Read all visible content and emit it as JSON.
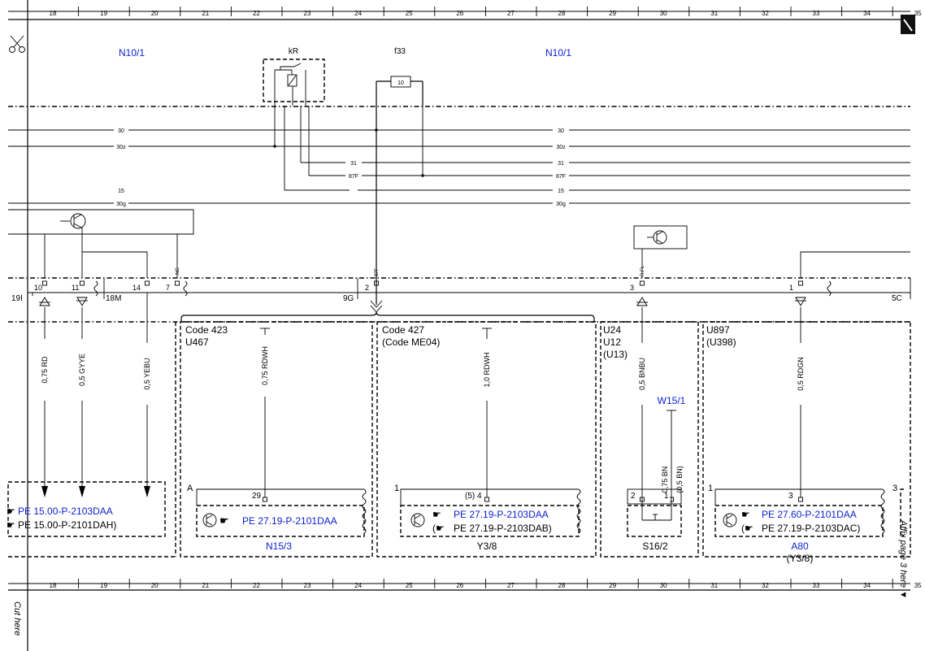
{
  "grid": {
    "columns": [
      "18",
      "19",
      "20",
      "21",
      "22",
      "23",
      "24",
      "25",
      "26",
      "27",
      "28",
      "29",
      "30",
      "31",
      "32",
      "33",
      "34",
      "35"
    ]
  },
  "labels": {
    "n10_left": "N10/1",
    "n10_right": "N10/1",
    "kr": "kR",
    "f33": "f33",
    "fuse_value": "10",
    "cut_here": "Cut here",
    "affix": "Affix page 3 here ▼"
  },
  "bus": {
    "left": [
      "30",
      "30z",
      "15",
      "30g"
    ],
    "right": [
      "30",
      "30z",
      "31",
      "87F",
      "15",
      "30g"
    ],
    "mid": [
      "31",
      "87F"
    ]
  },
  "connector": {
    "left_id": "19I",
    "pin10": "10",
    "pin11": "11",
    "mid_id": "18M",
    "pin14": "14",
    "pin7": "7",
    "tag_7": "NC",
    "g_id": "9G",
    "pin2": "2",
    "tag_2": "87F",
    "pin3": "3",
    "tag_3": "R.FL",
    "pin1": "1",
    "c_id": "5C"
  },
  "wires": {
    "w10": "0,75 RD",
    "w11": "0,5 GYYE",
    "w14": "0,5 YEBU",
    "w_n15": "0,75 RDWH",
    "w_y38": "1,0 RDWH",
    "w_s16": "0,5 BNBU",
    "w_a80": "0,5 RDGN",
    "w_w15a": "0,75 BN",
    "w_w15b": "(0,5 BN)"
  },
  "groups": {
    "g1_l1": "Code 423",
    "g1_l2": "U467",
    "g2_l1": "Code 427",
    "g2_l2": "(Code ME04)",
    "g3_l1": "U24",
    "g3_l2": "U12",
    "g3_l3": "(U13)",
    "g4_l1": "U897",
    "g4_l2": "(U398)"
  },
  "components": {
    "left_ref1": "PE 15.00-P-2103DAA",
    "left_ref2": "PE 15.00-P-2101DAH)",
    "n15_A": "A",
    "n15_pin": "29",
    "n15_ref": "PE 27.19-P-2101DAA",
    "n15_name": "N15/3",
    "y38_1": "1",
    "y38_pin": "(5) 4",
    "y38_ref1": "PE 27.19-P-2103DAA",
    "y38_ref2": "PE 27.19-P-2103DAB)",
    "y38_name": "Y3/8",
    "w15_name": "W15/1",
    "s16_p2": "2",
    "s16_p1": "1",
    "s16_name": "S16/2",
    "a80_1": "1",
    "a80_pin": "3",
    "a80_ref1": "PE 27.60-P-2101DAA",
    "a80_ref2": "PE 27.19-P-2103DAC)",
    "a80_name": "A80",
    "a80_sub": "(Y3/8)",
    "edge_3": "3"
  }
}
